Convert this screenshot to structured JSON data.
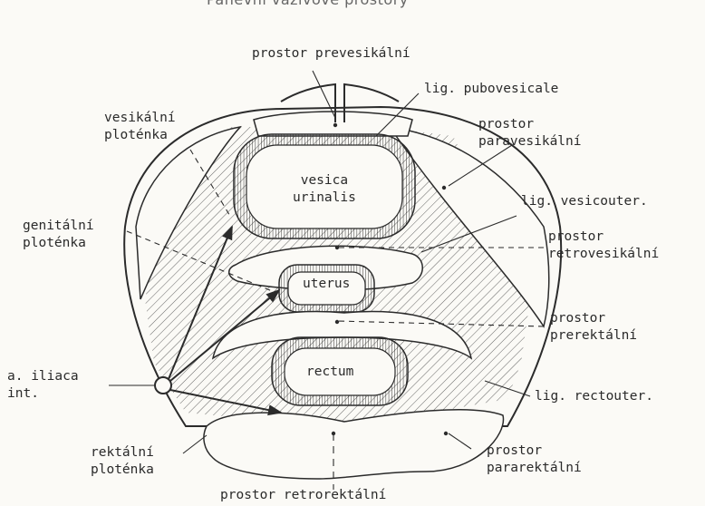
{
  "top_caption": "Pánevní vazivové prostory",
  "labels": {
    "prostor_prevesikalni": "prostor prevesikální",
    "lig_pubovesicale": "lig. pubovesicale",
    "vesikalni_plotenka": "vesikální\nploténka",
    "prostor_paravesikalni": "prostor\nparavesikální",
    "vesica_urinalis": "vesica\nurinalis",
    "lig_vesicouter": "lig. vesicouter.",
    "genitalni_plotenka": "genitální\nploténka",
    "prostor_retrovesikalni": "prostor\nretrovesikální",
    "uterus": "uterus",
    "prostor_prerektalni": "prostor\nprerektální",
    "rectum": "rectum",
    "a_iliaca_int": "a. iliaca\nint.",
    "lig_rectouter": "lig. rectouter.",
    "rektalni_plotenka": "rektální\nploténka",
    "prostor_pararektalni": "prostor\npararektální",
    "prostor_retrorektalni": "prostor retrorektální"
  },
  "colors": {
    "ink": "#2b2b2b",
    "paper": "#fbfaf6"
  }
}
